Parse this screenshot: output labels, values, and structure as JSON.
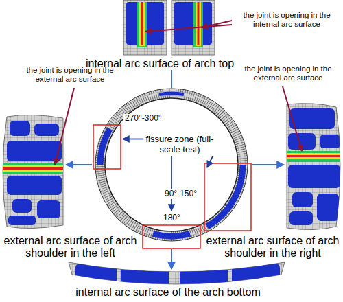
{
  "diagram": {
    "labels": [
      "the joint is opening in the internal arc surface",
      "internal arc surface of arch top",
      "the joint is opening in the external arc surface",
      "the joint is opening in the external arc surface",
      "270°-300°",
      "fissure zone (full-scale test)",
      "90°-150°",
      "180°",
      "external arc surface of arch shoulder in the left",
      "external arc surface of arch shoulder in the right",
      "internal arc surface of the arch bottom"
    ]
  }
}
